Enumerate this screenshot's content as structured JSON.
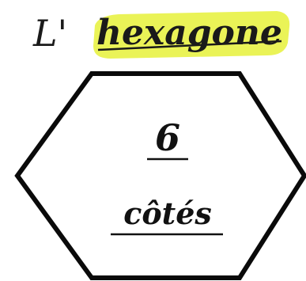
{
  "title": {
    "prefix": "L'",
    "word": "hexagone"
  },
  "shape": {
    "name": "hexagone",
    "sides": "6",
    "sides_label": "côtés"
  },
  "colors": {
    "highlight": "#e6f13a",
    "ink": "#111111",
    "background": "#ffffff"
  }
}
